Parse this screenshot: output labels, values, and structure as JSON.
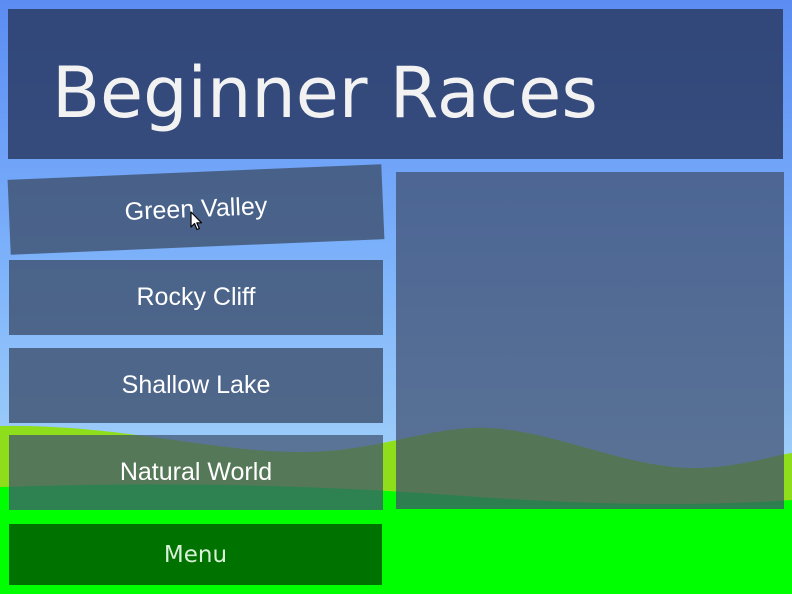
{
  "title": "Beginner Races",
  "races": [
    {
      "label": "Green Valley"
    },
    {
      "label": "Rocky Cliff"
    },
    {
      "label": "Shallow Lake"
    },
    {
      "label": "Natural World"
    }
  ],
  "menu_label": "Menu",
  "colors": {
    "sky_top": "#5b8cf2",
    "sky_bottom": "#a9daf6",
    "hill_far": "#8ede1c",
    "grass": "#00ff00",
    "panel": "#3d4f72",
    "menu_button": "#007200"
  }
}
